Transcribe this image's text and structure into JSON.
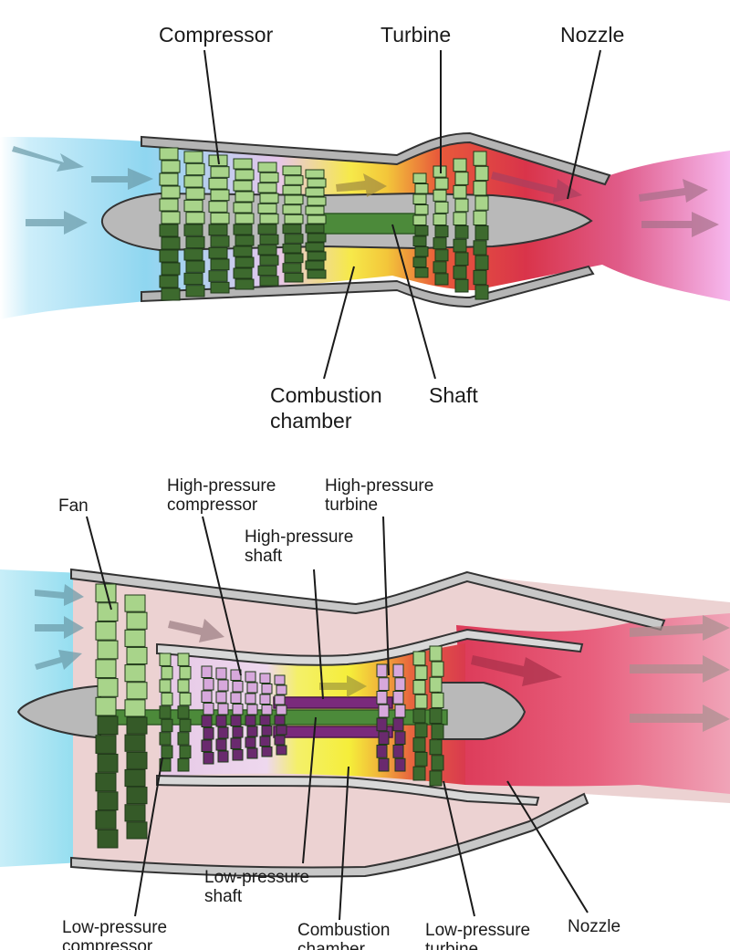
{
  "turbojet": {
    "labels": {
      "compressor": "Compressor",
      "turbine": "Turbine",
      "nozzle": "Nozzle",
      "combustion_line1": "Combustion",
      "combustion_line2": "chamber",
      "shaft": "Shaft"
    }
  },
  "turbofan": {
    "labels": {
      "fan": "Fan",
      "hp_compressor_line1": "High-pressure",
      "hp_compressor_line2": "compressor",
      "hp_turbine_line1": "High-pressure",
      "hp_turbine_line2": "turbine",
      "hp_shaft_line1": "High-pressure",
      "hp_shaft_line2": "shaft",
      "lp_shaft_line1": "Low-pressure",
      "lp_shaft_line2": "shaft",
      "lp_compressor_line1": "Low-pressure",
      "lp_compressor_line2": "compressor",
      "combustion_line1": "Combustion",
      "combustion_line2": "chamber",
      "lp_turbine_line1": "Low-pressure",
      "lp_turbine_line2": "turbine",
      "nozzle": "Nozzle"
    }
  },
  "colors": {
    "intake_blue": "#8fd6f0",
    "compressor_green": "#4f8a3a",
    "combustion_yellow": "#f5e63c",
    "turbine_red": "#d9344a",
    "exhaust_pink": "#f3a6e6",
    "casing_gray": "#9a9a9a",
    "hp_purple": "#7a2a7c",
    "bypass_pink": "#ecd2d2"
  }
}
